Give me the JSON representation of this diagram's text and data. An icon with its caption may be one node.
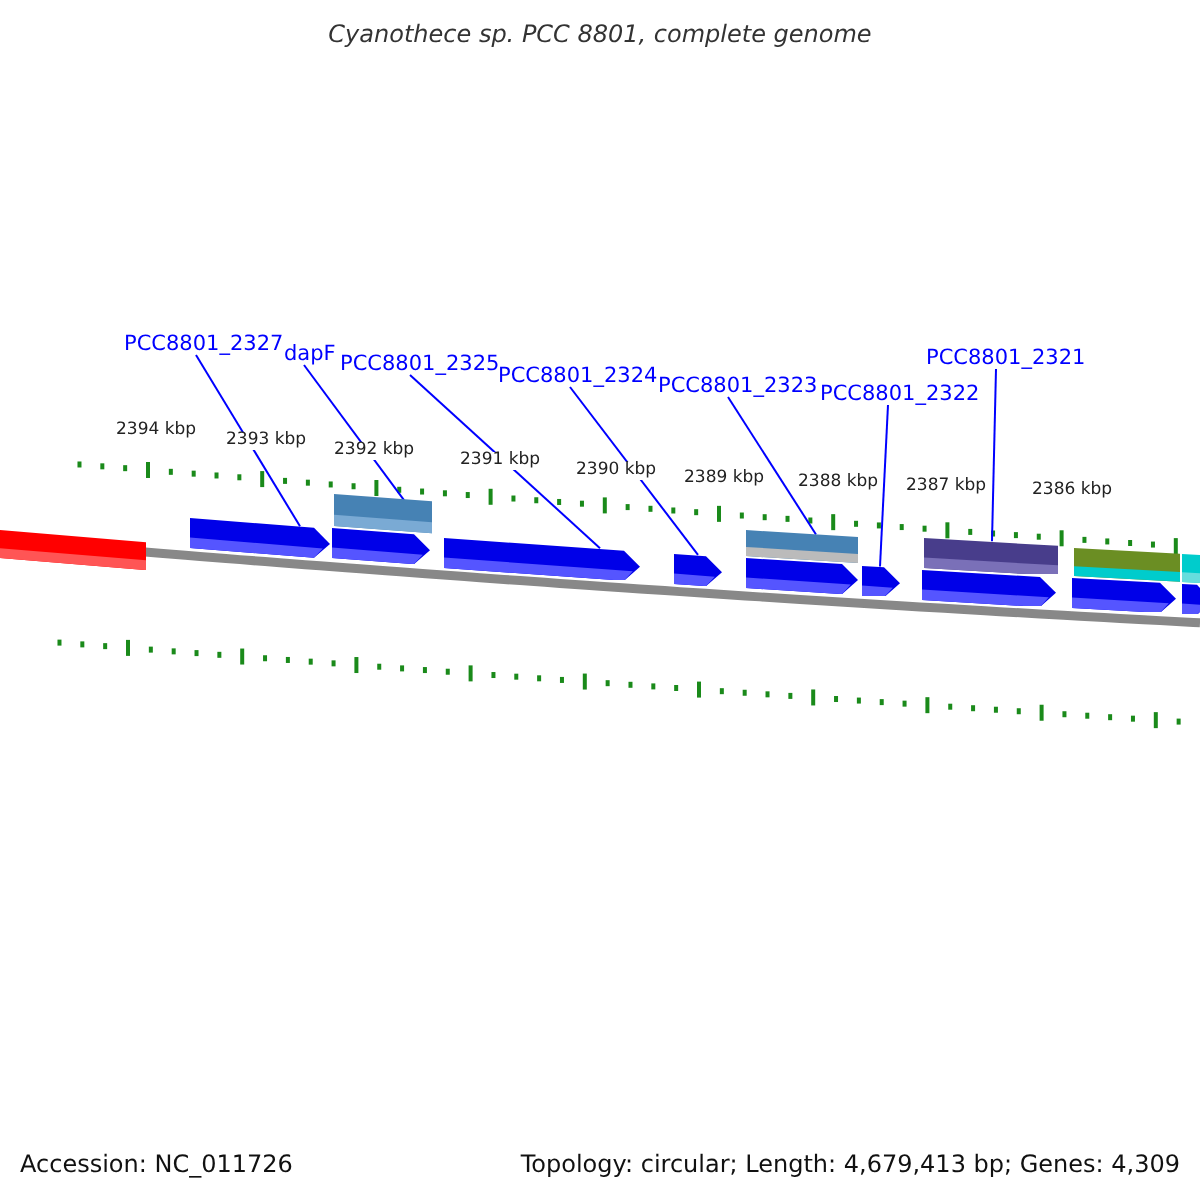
{
  "diagram": {
    "title": "Cyanothece sp. PCC 8801, complete genome",
    "nodes": [
      {
        "text": [
          "PCC8801_2327"
        ]
      },
      {
        "text": [
          "dapF"
        ]
      },
      {
        "text": [
          "PCC8801_2325"
        ]
      },
      {
        "text": [
          "PCC8801_2324"
        ]
      },
      {
        "text": [
          "PCC8801_2323"
        ]
      },
      {
        "text": [
          "PCC8801_2322"
        ]
      },
      {
        "text": [
          "PCC8801_2321"
        ]
      },
      {
        "text": [],
        "shape": "bar"
      },
      {
        "text": [],
        "shape": "arrow"
      },
      {
        "text": [],
        "shape": "bar"
      },
      {
        "text": [],
        "shape": "arrow"
      },
      {
        "text": [],
        "shape": "arrow"
      },
      {
        "text": [],
        "shape": "arrow"
      },
      {
        "text": [],
        "shape": "bar"
      },
      {
        "text": [],
        "shape": "arrow"
      },
      {
        "text": [],
        "shape": "arrow"
      },
      {
        "text": [],
        "shape": "bar"
      },
      {
        "text": [],
        "shape": "arrow"
      },
      {
        "text": [],
        "shape": "bar"
      },
      {
        "text": [],
        "shape": "arrow"
      },
      {
        "text": [],
        "shape": "bar"
      },
      {
        "text": [],
        "shape": "arrow"
      }
    ],
    "edges": [
      {
        "from": 0,
        "to": 8,
        "arrow": "none"
      },
      {
        "from": 1,
        "to": 9,
        "arrow": "none"
      },
      {
        "from": 2,
        "to": 11,
        "arrow": "none"
      },
      {
        "from": 3,
        "to": 12,
        "arrow": "none"
      },
      {
        "from": 4,
        "to": 13,
        "arrow": "none"
      },
      {
        "from": 5,
        "to": 15,
        "arrow": "none"
      },
      {
        "from": 6,
        "to": 16,
        "arrow": "none"
      }
    ],
    "labels": [
      "2394 kbp",
      "2393 kbp",
      "2392 kbp",
      "2391 kbp",
      "2390 kbp",
      "2389 kbp",
      "2388 kbp",
      "2387 kbp",
      "2386 kbp",
      "Accession: NC_011726",
      "Topology: circular; Length: 4,679,413 bp; Genes: 4,309"
    ]
  }
}
